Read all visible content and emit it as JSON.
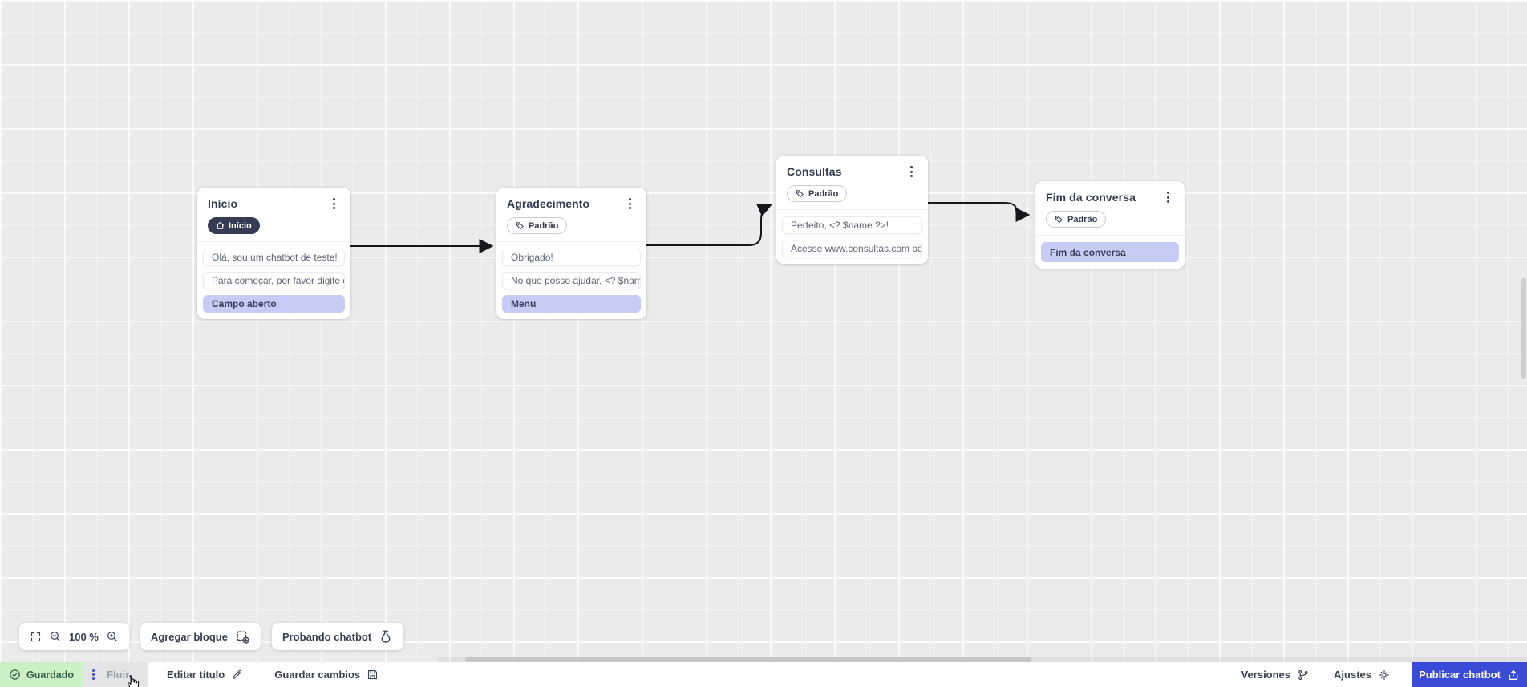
{
  "canvas": {
    "nodes": [
      {
        "title": "Início",
        "badge": {
          "label": "Início",
          "style": "dark",
          "icon": "home-icon"
        },
        "rows": [
          {
            "type": "message",
            "text": "Olá, sou um chatbot de teste!"
          },
          {
            "type": "message",
            "text": "Para começar, por favor digite o ..."
          },
          {
            "type": "action",
            "text": "Campo aberto"
          }
        ]
      },
      {
        "title": "Agradecimento",
        "badge": {
          "label": "Padrão",
          "style": "outline",
          "icon": "tag-icon"
        },
        "rows": [
          {
            "type": "message",
            "text": "Obrigado!"
          },
          {
            "type": "message",
            "text": "No que posso ajudar, <? $name ..."
          },
          {
            "type": "action",
            "text": "Menu"
          }
        ]
      },
      {
        "title": "Consultas",
        "badge": {
          "label": "Padrão",
          "style": "outline",
          "icon": "tag-icon"
        },
        "rows": [
          {
            "type": "message",
            "text": "Perfeito, <? $name ?>!"
          },
          {
            "type": "message",
            "text": "Acesse www.consultas.com par..."
          }
        ]
      },
      {
        "title": "Fim da conversa",
        "badge": {
          "label": "Padrão",
          "style": "outline",
          "icon": "tag-icon"
        },
        "rows": [
          {
            "type": "action",
            "text": "Fim da conversa"
          }
        ]
      }
    ]
  },
  "toolbar": {
    "zoom_level": "100 %",
    "add_block_label": "Agregar bloque",
    "test_chatbot_label": "Probando chatbot"
  },
  "statusbar": {
    "saved_label": "Guardado",
    "flow_tab_label": "Fluir",
    "edit_title_label": "Editar título",
    "save_changes_label": "Guardar cambios",
    "versions_label": "Versiones",
    "settings_label": "Ajustes",
    "publish_label": "Publicar chatbot"
  },
  "colors": {
    "accent_blue": "#3a4bd8",
    "saved_green_bg": "#cdefc5",
    "action_lavender": "#c6ccf6",
    "dark_badge": "#343b52",
    "canvas_bg": "#ebebeb"
  }
}
